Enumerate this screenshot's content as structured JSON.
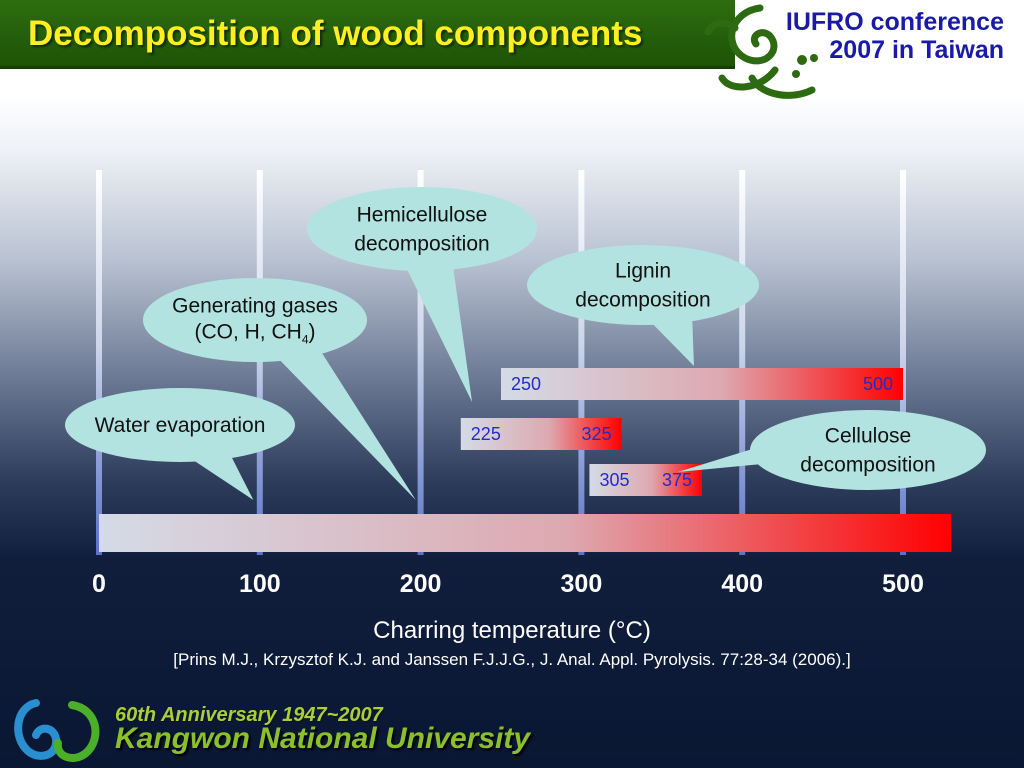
{
  "slide": {
    "title": "Decomposition of wood components",
    "conference_line1": "IUFRO conference",
    "conference_line2": "2007 in Taiwan",
    "anniversary": "60th Anniversary 1947~2007",
    "university": "Kangwon National University"
  },
  "chart_data": {
    "type": "bar",
    "xlabel": "Charring temperature (°C)",
    "reference": "[Prins M.J., Krzysztof K.J. and Janssen F.J.J.G., J. Anal. Appl. Pyrolysis. 77:28-34 (2006).]",
    "xlim": [
      0,
      500
    ],
    "ticks": [
      0,
      100,
      200,
      300,
      400,
      500
    ],
    "grid": true,
    "colors": {
      "bar_end": "#ff0000",
      "bar_start": "#d4dbe6",
      "bubble": "#b3e3e0"
    },
    "main_bar": {
      "start": 0,
      "end": 530
    },
    "ranges": [
      {
        "component": "Lignin",
        "start": 250,
        "end": 500,
        "start_label": "250",
        "end_label": "500"
      },
      {
        "component": "Hemicellulose",
        "start": 225,
        "end": 325,
        "start_label": "225",
        "end_label": "325"
      },
      {
        "component": "Cellulose",
        "start": 305,
        "end": 375,
        "start_label": "305",
        "end_label": "375"
      }
    ],
    "annotations": [
      {
        "id": "hemicellulose",
        "lines": [
          "Hemicellulose",
          "decomposition"
        ],
        "target": 232
      },
      {
        "id": "lignin",
        "lines": [
          "Lignin",
          "decomposition"
        ],
        "target": 370
      },
      {
        "id": "gases",
        "lines": [
          "Generating gases"
        ],
        "formula": {
          "prefix": "(CO, H, CH",
          "sub": "4",
          "suffix": ")"
        },
        "target": 197
      },
      {
        "id": "water",
        "lines": [
          "Water evaporation"
        ],
        "target": 96
      },
      {
        "id": "cellulose",
        "lines": [
          "Cellulose",
          "decomposition"
        ],
        "target": 360
      }
    ]
  }
}
